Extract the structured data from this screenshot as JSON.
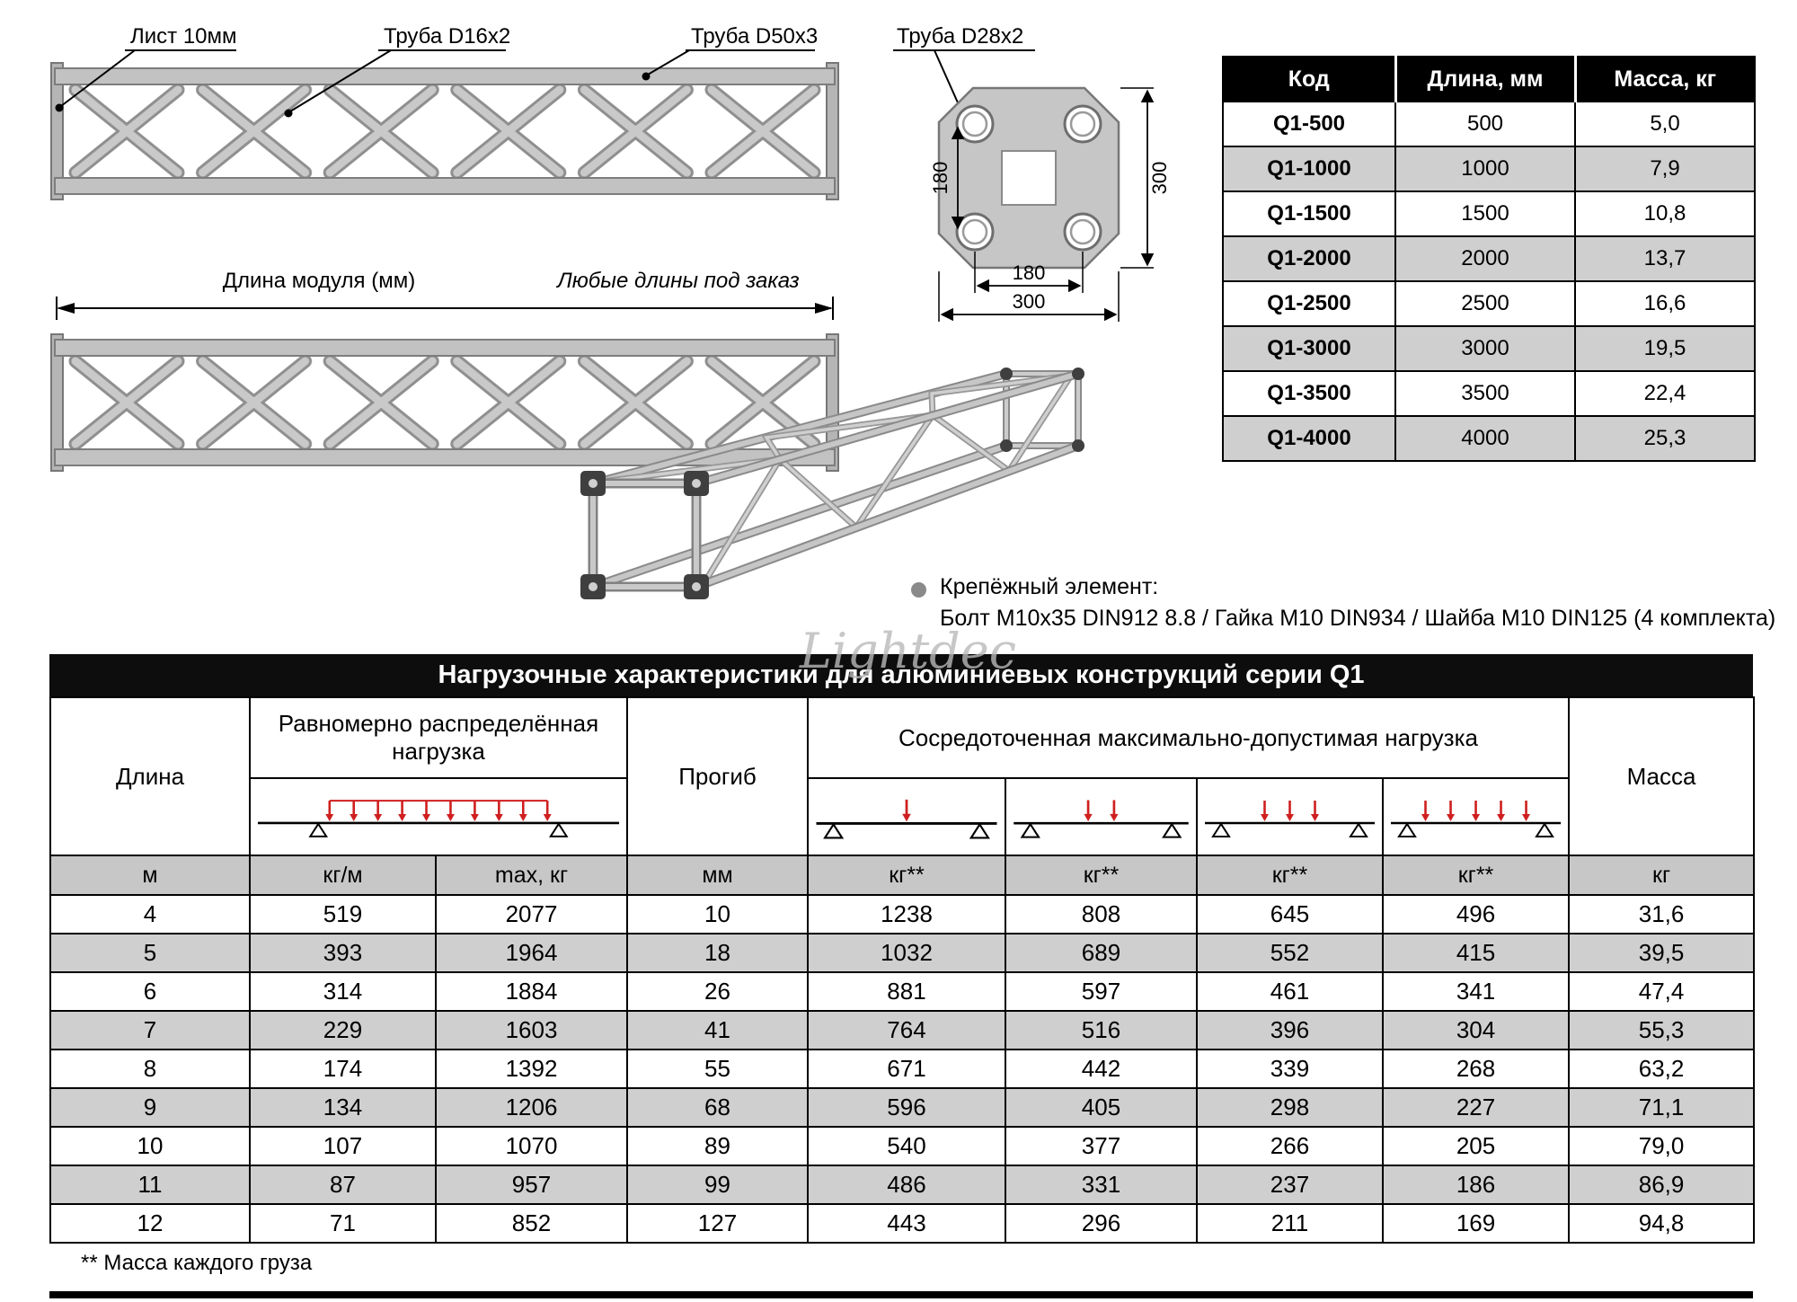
{
  "page": {
    "watermark": "Lightdec"
  },
  "colors": {
    "arrow_red": "#cf1f1f",
    "header_bg": "#000000",
    "row_alt_bg": "#cfcfcf"
  },
  "diagram_labels": {
    "sheet": "Лист 10мм",
    "tube16": "Труба D16x2",
    "tube50": "Труба D50x3",
    "tube28": "Труба D28x2",
    "module_length": "Длина модуля (мм)",
    "custom_lengths": "Любые длины под заказ",
    "v180": "180",
    "v300": "300",
    "h180": "180",
    "h300": "300"
  },
  "size_table": {
    "headers": [
      "Код",
      "Длина, мм",
      "Масса, кг"
    ],
    "rows": [
      [
        "Q1-500",
        "500",
        "5,0"
      ],
      [
        "Q1-1000",
        "1000",
        "7,9"
      ],
      [
        "Q1-1500",
        "1500",
        "10,8"
      ],
      [
        "Q1-2000",
        "2000",
        "13,7"
      ],
      [
        "Q1-2500",
        "2500",
        "16,6"
      ],
      [
        "Q1-3000",
        "3000",
        "19,5"
      ],
      [
        "Q1-3500",
        "3500",
        "22,4"
      ],
      [
        "Q1-4000",
        "4000",
        "25,3"
      ]
    ]
  },
  "fastener": {
    "title": "Крепёжный элемент:",
    "details": "Болт М10х35 DIN912 8.8 / Гайка М10 DIN934 / Шайба М10 DIN125 (4 комплекта)"
  },
  "load_table": {
    "title": "Нагрузочные характеристики для алюминиевых конструкций серии Q1",
    "col_length": "Длина",
    "col_uniform": "Равномерно распределённая нагрузка",
    "col_deflection": "Прогиб",
    "col_concentrated": "Сосредоточенная максимально-допустимая нагрузка",
    "col_mass": "Масса",
    "diagram_arrows": {
      "uniform": 10,
      "one": 1,
      "two": 2,
      "three": 3,
      "four": 5
    },
    "units": [
      "м",
      "кг/м",
      "max, кг",
      "мм",
      "кг**",
      "кг**",
      "кг**",
      "кг**",
      "кг"
    ],
    "rows": [
      [
        "4",
        "519",
        "2077",
        "10",
        "1238",
        "808",
        "645",
        "496",
        "31,6"
      ],
      [
        "5",
        "393",
        "1964",
        "18",
        "1032",
        "689",
        "552",
        "415",
        "39,5"
      ],
      [
        "6",
        "314",
        "1884",
        "26",
        "881",
        "597",
        "461",
        "341",
        "47,4"
      ],
      [
        "7",
        "229",
        "1603",
        "41",
        "764",
        "516",
        "396",
        "304",
        "55,3"
      ],
      [
        "8",
        "174",
        "1392",
        "55",
        "671",
        "442",
        "339",
        "268",
        "63,2"
      ],
      [
        "9",
        "134",
        "1206",
        "68",
        "596",
        "405",
        "298",
        "227",
        "71,1"
      ],
      [
        "10",
        "107",
        "1070",
        "89",
        "540",
        "377",
        "266",
        "205",
        "79,0"
      ],
      [
        "11",
        "87",
        "957",
        "99",
        "486",
        "331",
        "237",
        "186",
        "86,9"
      ],
      [
        "12",
        "71",
        "852",
        "127",
        "443",
        "296",
        "211",
        "169",
        "94,8"
      ]
    ],
    "footnote": "** Масса каждого груза"
  }
}
